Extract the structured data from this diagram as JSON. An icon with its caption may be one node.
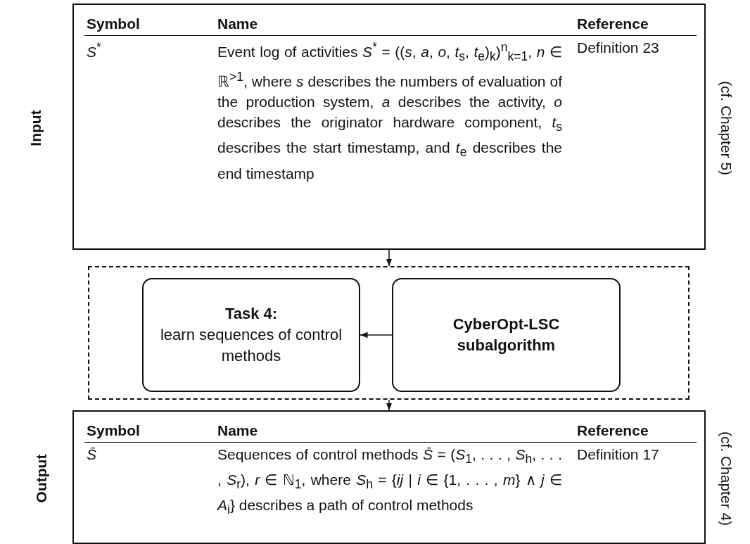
{
  "diagram": {
    "nodes": [
      {
        "text": [
          "Input",
          "Symbol",
          "Name",
          "Reference",
          "*S*$^{*}$",
          "Event log of activities *S*$^{*}$ = ((*s*, *a*, *o*, *t*$_{s}$, *t*$_{e}$)$_{k}$)$^{n}$$_{k=1}$, *n* ∈ ℝ$^{>1}$, where *s* describes the numbers of evaluation of the production system, *a* describes the activity, *o* describes the originator hardware component, *t*$_{s}$ describes the start timestamp, and *t*$_{e}$ describes the end timestamp",
          "Definition 23"
        ],
        "beside": [
          "(cf. Chapter 5)"
        ]
      },
      {
        "text": [],
        "shape": "box"
      },
      {
        "text": [
          "Task 4:",
          "learn sequences of control methods"
        ],
        "in": 1
      },
      {
        "text": [
          "CyberOpt-LSC subalgorithm"
        ],
        "in": 1
      },
      {
        "text": [
          "Output",
          "Symbol",
          "Name",
          "Reference",
          "*S̄*",
          "Sequences of control methods *S̄* = (*S*$_{1}$, . . . , *S*$_{h}$, . . . , *S*$_{r}$), *r* ∈ ℕ$_{1}$, where *S*$_{h}$ = {*ij* | *i* ∈ {1, . . . , *m*} ∧ *j* ∈ *A*$_{i}$} describes a path of control methods",
          "Definition 17"
        ],
        "beside": [
          "(cf. Chapter 4)"
        ]
      }
    ],
    "edges": [
      {
        "from": 0,
        "to": 1,
        "arrow": "to"
      },
      {
        "from": 3,
        "to": 2,
        "arrow": "to"
      },
      {
        "from": 1,
        "to": 4,
        "arrow": "to"
      }
    ]
  }
}
